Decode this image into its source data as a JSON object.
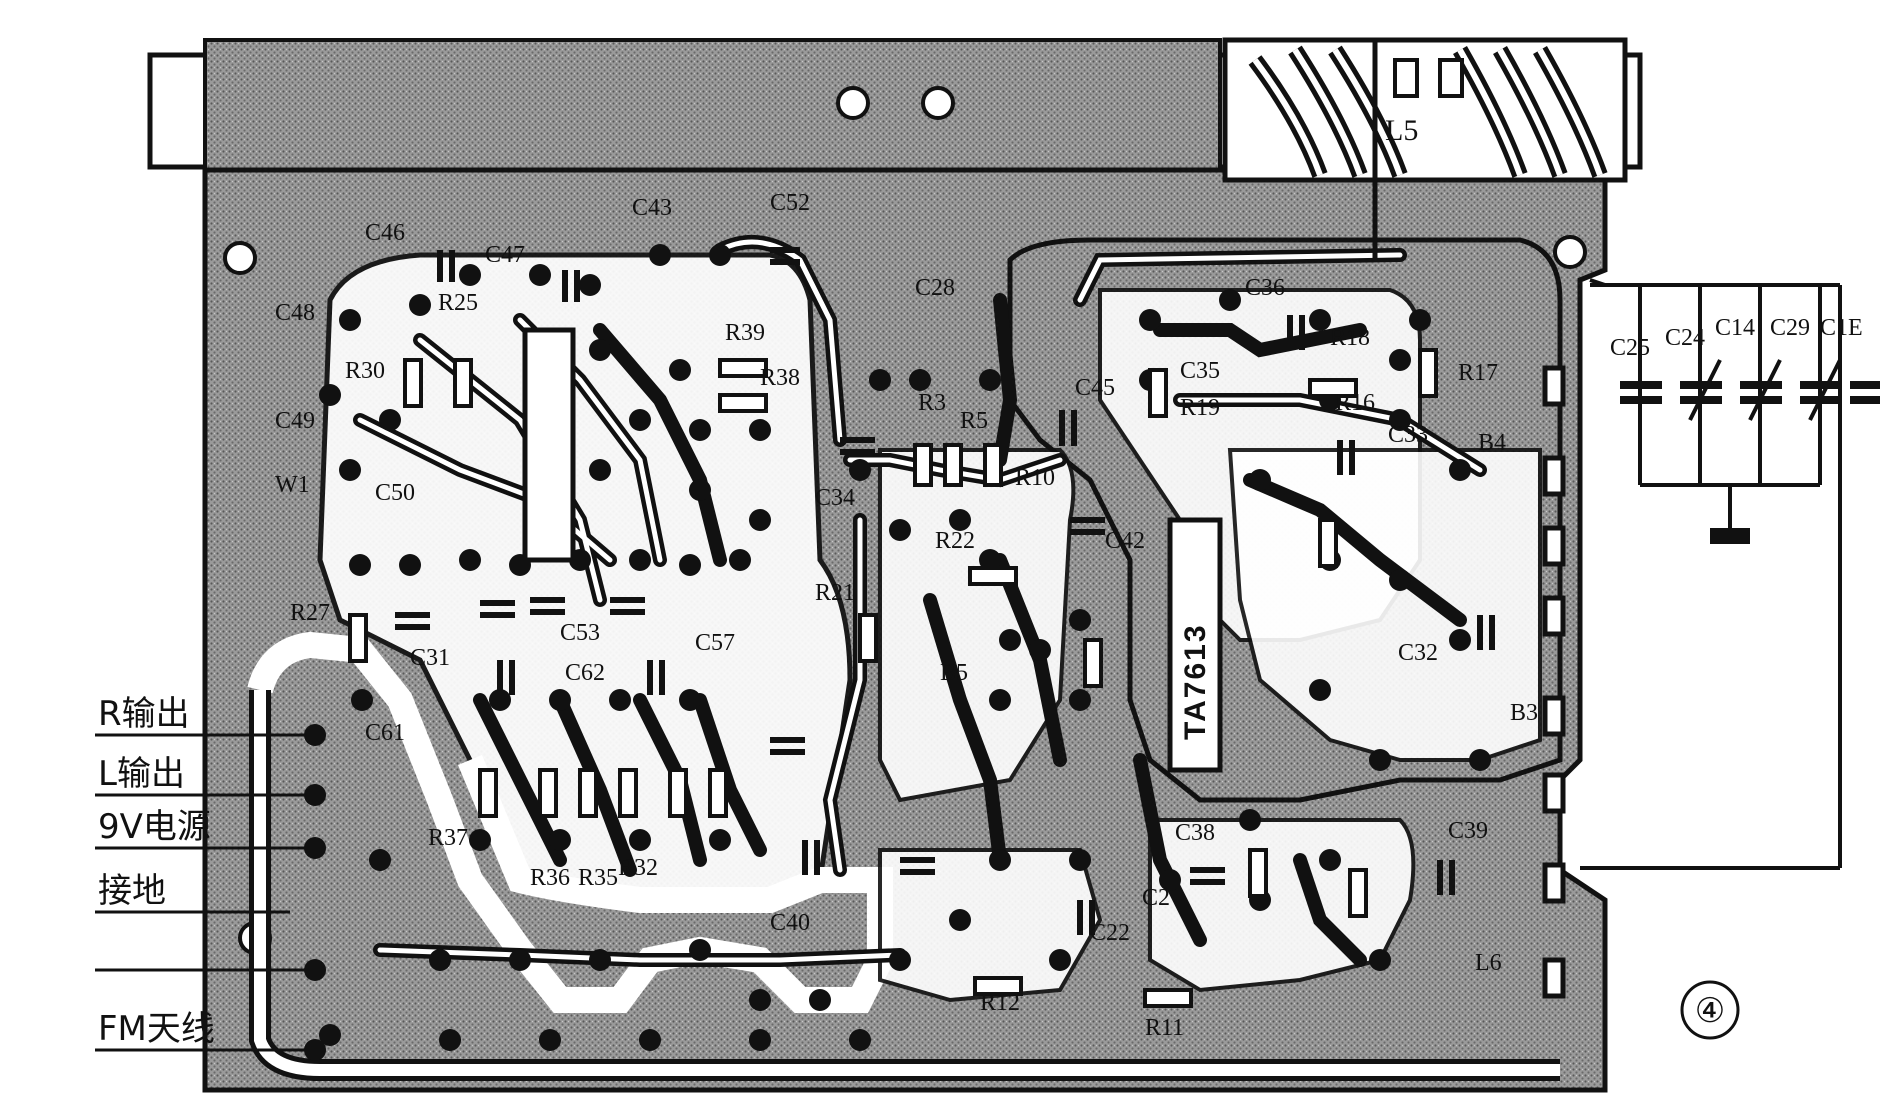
{
  "diagram": {
    "figure_number": "④",
    "connections": [
      {
        "label": "R输出"
      },
      {
        "label": "L输出"
      },
      {
        "label": "9V电源"
      },
      {
        "label": "接地"
      },
      {
        "label": ""
      },
      {
        "label": "FM天线"
      }
    ],
    "coil_label": "L5",
    "ic_label": "TA7613",
    "trimmer_labels": [
      "C25",
      "C24",
      "C14",
      "C29",
      "C1E"
    ],
    "components": {
      "C46": "C46",
      "C47": "C47",
      "R25": "R25",
      "C48": "C48",
      "R30": "R30",
      "C49": "C49",
      "W1": "W1",
      "C50": "C50",
      "R27": "R27",
      "C31": "C31",
      "C53": "C53",
      "C62": "C62",
      "C57": "C57",
      "C61": "C61",
      "R37": "R37",
      "R36": "R36",
      "R35": "R35",
      "R32": "R32",
      "C40": "C40",
      "C43": "C43",
      "C52": "C52",
      "R39": "R39",
      "R38": "R38",
      "C28": "C28",
      "R3": "R3",
      "R5": "R5",
      "R10": "R10",
      "C45": "C45",
      "C34": "C34",
      "R22": "R22",
      "R21": "R21",
      "B5": "B5",
      "C36": "C36",
      "R18": "R18",
      "R17": "R17",
      "C35": "C35",
      "R16": "R16",
      "R19": "R19",
      "C33": "C33",
      "B4": "B4",
      "C32": "C32",
      "C42": "C42",
      "B3": "B3",
      "C38": "C38",
      "C2": "C2",
      "C22": "C22",
      "R12": "R12",
      "R11": "R11",
      "L6": "L6",
      "C39": "C39"
    }
  }
}
